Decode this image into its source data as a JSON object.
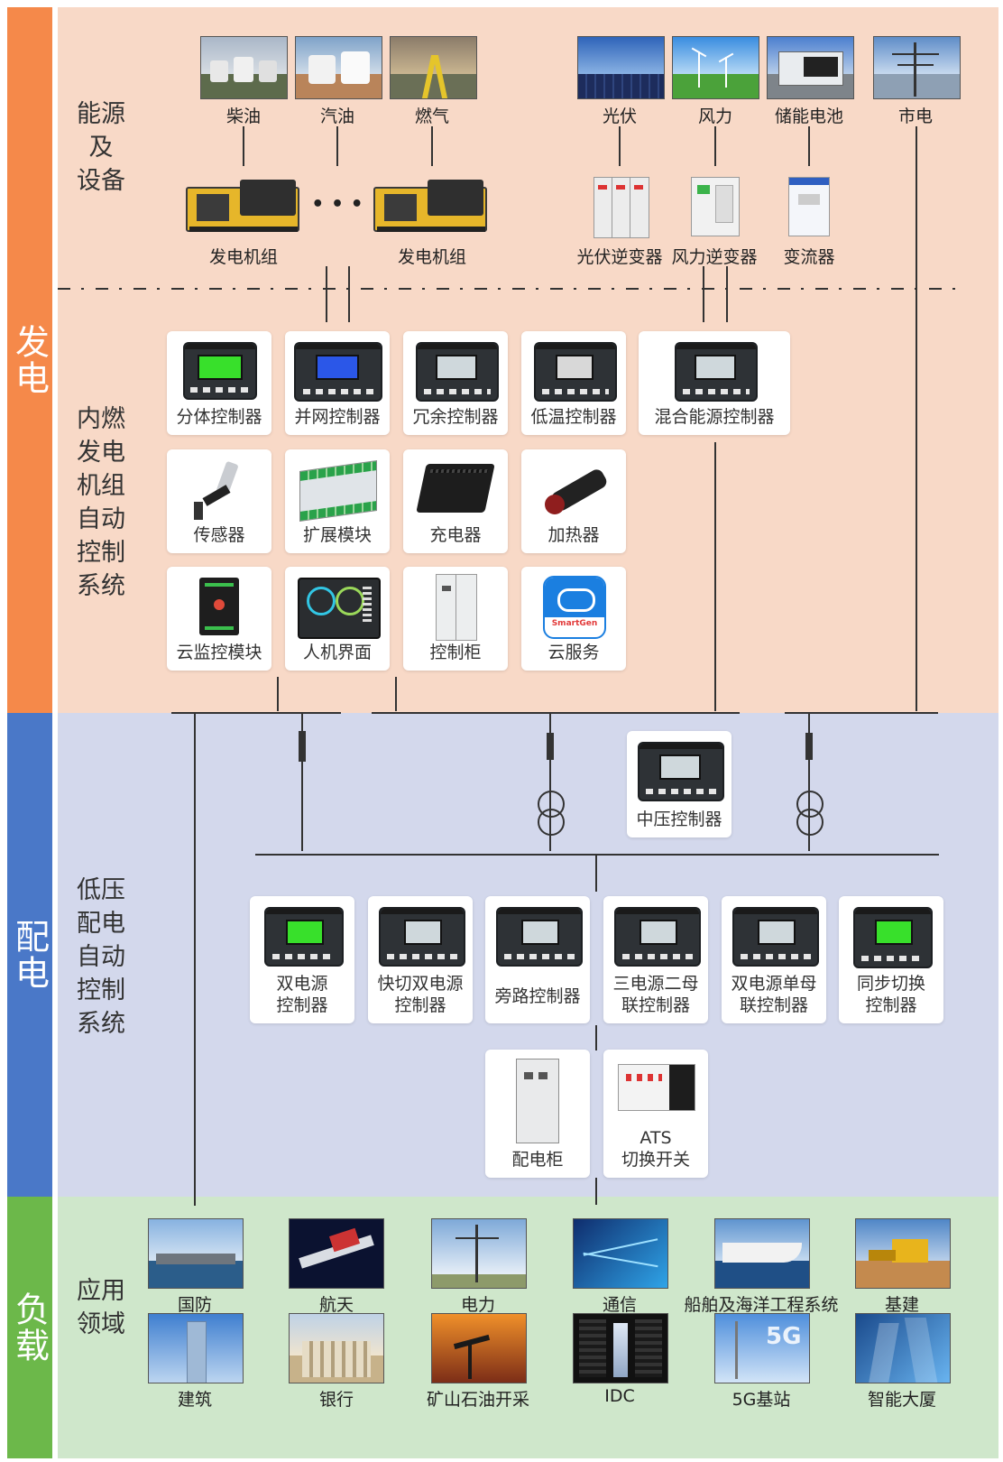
{
  "sidebars": {
    "generation": {
      "label": "发电",
      "color": "#f5894a"
    },
    "distribution": {
      "label": "配电",
      "color": "#4a78c8"
    },
    "load": {
      "label": "负载",
      "color": "#6cb84a"
    }
  },
  "colors": {
    "generation_bg": "#f8d9c7",
    "distribution_bg": "#d3d8ec",
    "load_bg": "#cfe7cb"
  },
  "generation": {
    "energy_label": "能源及设备",
    "energy_label_lines": [
      "能源",
      "及",
      "设备"
    ],
    "sources": [
      "柴油",
      "汽油",
      "燃气",
      "光伏",
      "风力",
      "储能电池",
      "市电"
    ],
    "gensets": [
      "发电机组",
      "发电机组"
    ],
    "ellipsis": "• • •",
    "inverters": [
      "光伏逆变器",
      "风力逆变器",
      "变流器"
    ],
    "system_label_lines": [
      "内燃",
      "发电",
      "机组",
      "自动",
      "控制",
      "系统"
    ],
    "controllers": [
      "分体控制器",
      "并网控制器",
      "冗余控制器",
      "低温控制器",
      "混合能源控制器"
    ],
    "accessories": [
      "传感器",
      "扩展模块",
      "充电器",
      "加热器"
    ],
    "extras": [
      "云监控模块",
      "人机界面",
      "控制柜",
      "云服务"
    ],
    "cloud_brand": "SmartGen"
  },
  "distribution": {
    "system_label_lines": [
      "低压",
      "配电",
      "自动",
      "控制",
      "系统"
    ],
    "mv_controller": "中压控制器",
    "controllers": [
      [
        "双电源",
        "控制器"
      ],
      [
        "快切双电源",
        "控制器"
      ],
      [
        "旁路控制器"
      ],
      [
        "三电源二母",
        "联控制器"
      ],
      [
        "双电源单母",
        "联控制器"
      ],
      [
        "同步切换",
        "控制器"
      ]
    ],
    "cabinet": "配电柜",
    "ats": [
      "ATS",
      "切换开关"
    ]
  },
  "load": {
    "label_lines": [
      "应用",
      "领域"
    ],
    "row1": [
      "国防",
      "航天",
      "电力",
      "通信",
      "船舶及海洋工程系统",
      "基建"
    ],
    "row2": [
      "建筑",
      "银行",
      "矿山石油开采",
      "IDC",
      "5G基站",
      "智能大厦"
    ],
    "badge_5g": "5G"
  }
}
